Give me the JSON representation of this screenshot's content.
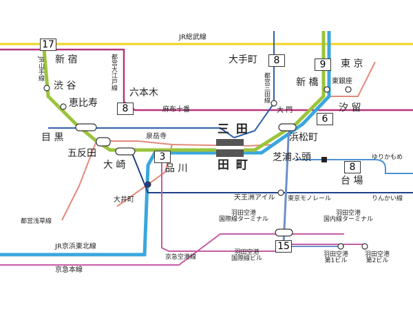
{
  "lines": {
    "jr_sobu": "JR総武線",
    "jr_yamanote": "JR山手線",
    "oedo": "都営大江戸線",
    "mita": "都営三田線",
    "asakusa": "都営浅草線",
    "keihin_tohoku": "JR京浜東北線",
    "keikyu_main": "京急本線",
    "keikyu_airport": "京急空港線",
    "monorail": "東京モノレール",
    "rinkai": "りんかい線",
    "yurikamome": "ゆりかもめ"
  },
  "stations": {
    "shinjuku": "新 宿",
    "shibuya": "渋 谷",
    "ebisu": "恵比寿",
    "meguro": "目 黒",
    "gotanda": "五反田",
    "osaki": "大 崎",
    "oimachi": "大井町",
    "shinagawa": "品 川",
    "sengakuji": "泉岳寺",
    "roppongi": "六本木",
    "azabujuban": "麻布十番",
    "otemachi": "大手町",
    "tokyo": "東 京",
    "shinbashi": "新 橋",
    "higashiginza": "東銀座",
    "shiodome": "汐 留",
    "daimon": "大 門",
    "hamamatsucho": "浜松町",
    "shibaura": "芝浦ふ頭",
    "daiba": "台 場",
    "tennozu": "天王洲アイル",
    "mita_top": "三 田",
    "mita_bottom": "田 町",
    "haneda_intl_terminal": "羽田空港\n国際線ターミナル",
    "haneda_dom_terminal": "羽田空港\n国内線ターミナル",
    "haneda_intl_bldg": "羽田空港\n国際線ビル",
    "haneda_t1": "羽田空港\n第1ビル",
    "haneda_t2": "羽田空港\n第2ビル"
  },
  "numbers": {
    "shinjuku": "17",
    "otemachi": "8",
    "roppongi": "8",
    "tokyo": "9",
    "shiodome": "6",
    "shinagawa": "3",
    "daiba": "8",
    "haneda": "15"
  },
  "colors": {
    "yamanote": "#9ac43c",
    "keihin": "#3aa7dd",
    "sobu": "#f2d21c",
    "oedo": "#b8337a",
    "mita": "#2d5fa8",
    "asakusa": "#e38877",
    "rinkai": "#1d3f8a",
    "monorail": "#6a8fc8",
    "keikyu": "#c65aa5",
    "yurikamome": "#4b8fd6"
  }
}
